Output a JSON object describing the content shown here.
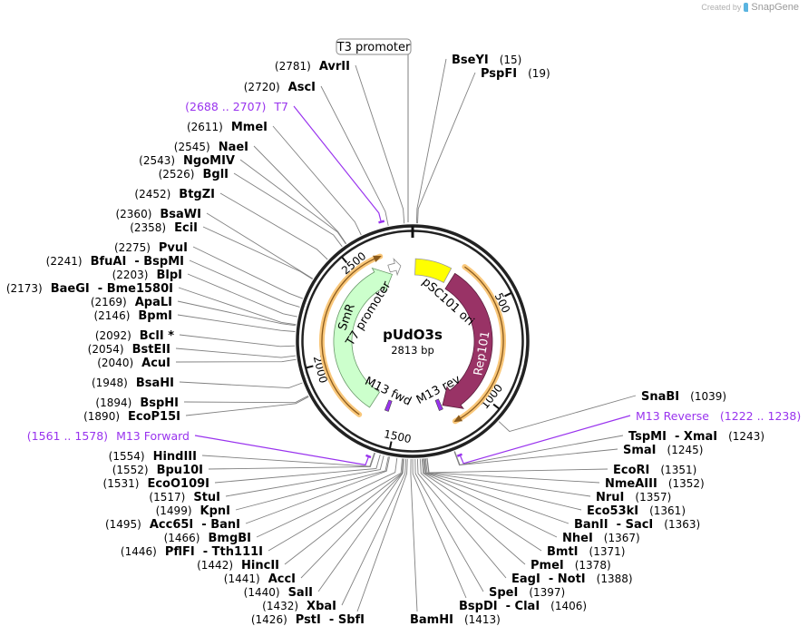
{
  "watermark": {
    "prefix": "Created by",
    "brand": "SnapGene"
  },
  "plasmid": {
    "name": "pUdO3s",
    "length_label": "2813 bp",
    "total_bp": 2813
  },
  "ticks": [
    "500",
    "1000",
    "1500",
    "2000",
    "2500"
  ],
  "top_feature": {
    "label": "T3 promoter"
  },
  "features": [
    {
      "label": "pSC101 ori",
      "color": "#ffff00"
    },
    {
      "label": "Rep101",
      "color": "#993366"
    },
    {
      "label": "SmR",
      "color": "#ccffcc"
    },
    {
      "label": "T7 promoter",
      "color": "#ffffff"
    },
    {
      "label": "M13 fwd",
      "color": "#9933ee"
    },
    {
      "label": "M13 rev",
      "color": "#9933ee"
    }
  ],
  "colors": {
    "primer": "#9933ee",
    "orf": "#f9c77a",
    "leader": "#808080"
  },
  "left_sites": [
    {
      "pos": "2781",
      "name": "AvrII"
    },
    {
      "pos": "2720",
      "name": "AscI"
    },
    {
      "pos": "2688 .. 2707",
      "name": "T7",
      "kind": "primer"
    },
    {
      "pos": "2611",
      "name": "MmeI"
    },
    {
      "pos": "2545",
      "name": "NaeI"
    },
    {
      "pos": "2543",
      "name": "NgoMIV"
    },
    {
      "pos": "2526",
      "name": "BglI"
    },
    {
      "pos": "2452",
      "name": "BtgZI"
    },
    {
      "pos": "2360",
      "name": "BsaWI"
    },
    {
      "pos": "2358",
      "name": "EciI"
    },
    {
      "pos": "2275",
      "name": "PvuI"
    },
    {
      "pos": "2241",
      "name": "BfuAI  - BspMI"
    },
    {
      "pos": "2203",
      "name": "BlpI"
    },
    {
      "pos": "2173",
      "name": "BaeGI  - Bme1580I"
    },
    {
      "pos": "2169",
      "name": "ApaLI"
    },
    {
      "pos": "2146",
      "name": "BpmI"
    },
    {
      "pos": "2092",
      "name": "BclI *"
    },
    {
      "pos": "2054",
      "name": "BstEII"
    },
    {
      "pos": "2040",
      "name": "AcuI"
    },
    {
      "pos": "1948",
      "name": "BsaHI"
    },
    {
      "pos": "1894",
      "name": "BspHI"
    },
    {
      "pos": "1890",
      "name": "EcoP15I"
    },
    {
      "pos": "1561 .. 1578",
      "name": "M13 Forward",
      "kind": "primer"
    },
    {
      "pos": "1554",
      "name": "HindIII"
    },
    {
      "pos": "1552",
      "name": "Bpu10I"
    },
    {
      "pos": "1531",
      "name": "EcoO109I"
    },
    {
      "pos": "1517",
      "name": "StuI"
    },
    {
      "pos": "1499",
      "name": "KpnI"
    },
    {
      "pos": "1495",
      "name": "Acc65I  - BanI"
    },
    {
      "pos": "1466",
      "name": "BmgBI"
    },
    {
      "pos": "1446",
      "name": "PflFI  - Tth111I"
    },
    {
      "pos": "1442",
      "name": "HincII"
    },
    {
      "pos": "1441",
      "name": "AccI"
    },
    {
      "pos": "1440",
      "name": "SalI"
    },
    {
      "pos": "1432",
      "name": "XbaI"
    },
    {
      "pos": "1426",
      "name": "PstI  - SbfI"
    }
  ],
  "right_sites": [
    {
      "pos": "15",
      "name": "BseYI"
    },
    {
      "pos": "19",
      "name": "PspFI"
    },
    {
      "pos": "1039",
      "name": "SnaBI"
    },
    {
      "pos": "1222 .. 1238",
      "name": "M13 Reverse",
      "kind": "primer"
    },
    {
      "pos": "1243",
      "name": "TspMI  - XmaI"
    },
    {
      "pos": "1245",
      "name": "SmaI"
    },
    {
      "pos": "1351",
      "name": "EcoRI"
    },
    {
      "pos": "1352",
      "name": "NmeAIII"
    },
    {
      "pos": "1357",
      "name": "NruI"
    },
    {
      "pos": "1361",
      "name": "Eco53kI"
    },
    {
      "pos": "1363",
      "name": "BanII  - SacI"
    },
    {
      "pos": "1367",
      "name": "NheI"
    },
    {
      "pos": "1371",
      "name": "BmtI"
    },
    {
      "pos": "1378",
      "name": "PmeI"
    },
    {
      "pos": "1388",
      "name": "EagI  - NotI"
    },
    {
      "pos": "1397",
      "name": "SpeI"
    },
    {
      "pos": "1406",
      "name": "BspDI  - ClaI"
    },
    {
      "pos": "1413",
      "name": "BamHI"
    }
  ]
}
